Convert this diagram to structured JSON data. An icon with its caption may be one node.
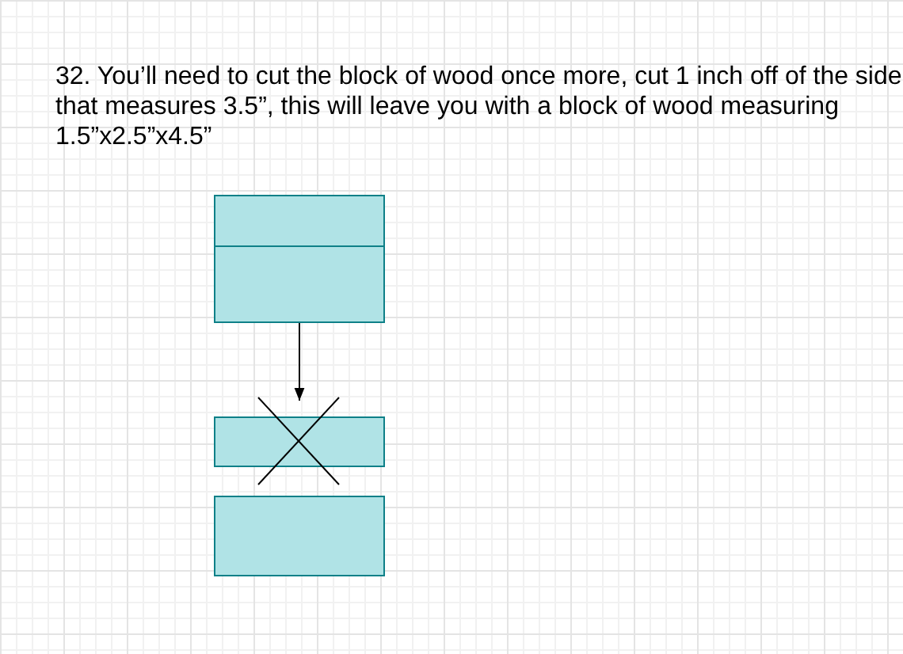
{
  "diagram": {
    "title": "32. You’ll need to cut the block of wood once more, cut 1 inch off of the side that measures 3.5”, this will leave you with a block of wood measuring 1.5”x2.5”x4.5”",
    "nodes": [
      {
        "text": [],
        "shape": "box"
      },
      {
        "text": [],
        "shape": "box"
      },
      {
        "text": [],
        "shape": "box"
      }
    ],
    "edges": [
      {
        "from": 0,
        "to": 1,
        "arrow": "to"
      }
    ]
  }
}
